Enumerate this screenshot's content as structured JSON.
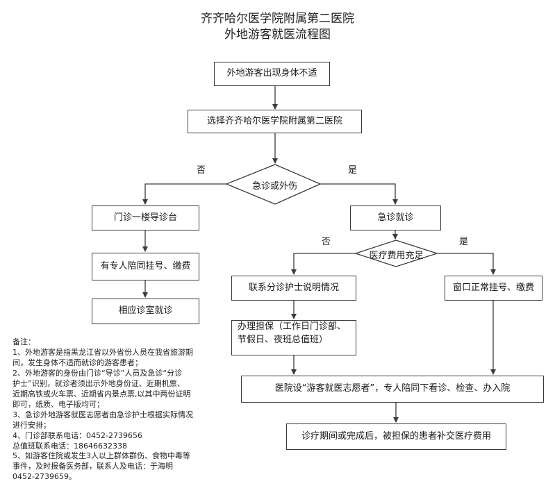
{
  "title": {
    "line1": "齐齐哈尔医学院附属第二医院",
    "line2": "外地游客就医流程图"
  },
  "nodes": {
    "start": "外地游客出现身体不适",
    "choose_hospital": "选择齐齐哈尔医学院附属第二医院",
    "emergency_decision": "急诊或外伤",
    "outpatient_guide": "门诊一楼导诊台",
    "escort_register": "有专人陪同挂号、缴费",
    "clinic_visit": "相应诊室就诊",
    "emergency_visit": "急诊就诊",
    "fee_decision": "医疗费用充足",
    "contact_nurse": "联系分诊护士说明情况",
    "window_register": "窗口正常挂号、缴费",
    "guarantee_line1": "办理担保（工作日门诊部、",
    "guarantee_line2": "节假日、夜班总值班）",
    "volunteer": "医院设“游客就医志愿者”，专人陪同下看诊、检查、办入院",
    "payment_after": "诊疗期间或完成后，被担保的患者补交医疗费用"
  },
  "branch_labels": {
    "emergency_no": "否",
    "emergency_yes": "是",
    "fee_no": "否",
    "fee_yes": "是"
  },
  "notes": [
    "备注：",
    "1、外地游客是指黑龙江省以外省份人员在我省旅游期",
    "间，发生身体不适而就诊的游客患者；",
    "2、外地游客的身份由门诊“导诊”人员及急诊“分诊",
    "护士”识别，就诊者须出示外地身份证、近期机票、",
    "近期高铁或火车票、近期省内景点票,以其中两份证明",
    "即可，纸质、电子版均可；",
    "3、急诊外地游客就医志愿者由急诊护士根据实际情况",
    "进行安排；",
    "4、门诊部联系电话：0452-2739656",
    "      总值班联系电话：18646632338",
    "5、如游客住院或发生3人以上群体群伤、食物中毒等",
    "事件，及时报备医务部，联系人及电话：于海明",
    "0452-2739659。"
  ]
}
